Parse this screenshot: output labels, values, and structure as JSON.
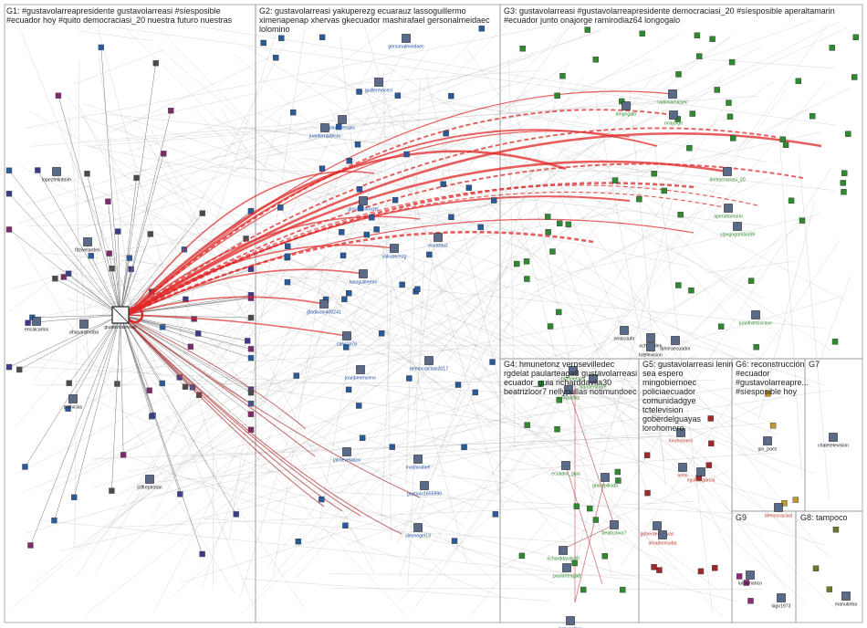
{
  "groups": [
    {
      "id": "G1",
      "text": "G1: #gustavolarreapresidente gustavolarreasi #síesposible #ecuador hoy #quito democraciasi_20 nuestra futuro nuestras"
    },
    {
      "id": "G2",
      "text": "G2: gustavolarreasi yakuperezg ecuarauz lassoguillermo ximenapenap xhervas gkecuador mashirafael gersonalmeidaec lolomino"
    },
    {
      "id": "G3",
      "text": "G3: gustavolarreasi #gustavolarreapresidente democraciasi_20 #síesposible aperaltamarin #ecuador junto onajorge ramirodiaz64 longogalo"
    },
    {
      "id": "G4",
      "text": "G4: hmunetonz verosevilledec rgdelat paularteaga8 gustavolarreasi ecuador_guia richarddavila30 beatrizloor7 nellypullas notimundoec"
    },
    {
      "id": "G5",
      "text": "G5: gustavolarreasi lenin sea espero mingobiernoec policiaecuador comunidadgye tctelevision goberdelguayas lorohomero"
    },
    {
      "id": "G6",
      "text": "G6: reconstrucción #ecuador #gustavolarreapre... #síesposible hoy"
    },
    {
      "id": "G7",
      "text": "G7"
    },
    {
      "id": "G8",
      "text": "G8: tampoco"
    },
    {
      "id": "G9",
      "text": "G9"
    }
  ],
  "nodes": [
    {
      "label": "gustavolarreasi"
    },
    {
      "label": "lopezfelinttom"
    },
    {
      "label": "fitzivelarden"
    },
    {
      "label": "ahasaranroba"
    },
    {
      "label": "ericalcarlos"
    },
    {
      "label": "primicias"
    },
    {
      "label": "joffreplrotan"
    },
    {
      "label": "paularesaec"
    },
    {
      "label": "gersonalmeidaec"
    },
    {
      "label": "juanfernadecia"
    },
    {
      "label": "guillermoceci"
    },
    {
      "label": "giovannitoazel"
    },
    {
      "label": "lasoguillermo"
    },
    {
      "label": "yakuperezg"
    },
    {
      "label": "ecuarauz"
    },
    {
      "label": "gladisolo400241"
    },
    {
      "label": "joanbmenceno"
    },
    {
      "label": "democraciasi2017"
    },
    {
      "label": "calvi1978"
    },
    {
      "label": "jaimevelasco"
    },
    {
      "label": "mashirafael"
    },
    {
      "label": "gustavo1655990"
    },
    {
      "label": "slecnegel13"
    },
    {
      "label": "radiosamicsec"
    },
    {
      "label": "onajorge"
    },
    {
      "label": "longogalo"
    },
    {
      "label": "democraciasi_20"
    },
    {
      "label": "aperaltamarin"
    },
    {
      "label": "cdiegogambia99"
    },
    {
      "label": "juanfranciscave"
    },
    {
      "label": "nmacouhr"
    },
    {
      "label": "nchelpulen"
    },
    {
      "label": "tctelevision"
    },
    {
      "label": "lahoraecuador"
    },
    {
      "label": "hmunetonz"
    },
    {
      "label": "bandembore"
    },
    {
      "label": "ecuador_guia"
    },
    {
      "label": "gracepilloda"
    },
    {
      "label": "beatrizloor7"
    },
    {
      "label": "richarddavila30"
    },
    {
      "label": "paularteaga8"
    },
    {
      "label": "nellypullas"
    },
    {
      "label": "jorgesolpay"
    },
    {
      "label": "lenin"
    },
    {
      "label": "ngullaogarcia"
    },
    {
      "label": "lorohomero"
    },
    {
      "label": "goberdelguayas"
    },
    {
      "label": "amadoolsaba"
    },
    {
      "label": "gio_paez"
    },
    {
      "label": "democraciasi"
    },
    {
      "label": "chaletelevision"
    },
    {
      "label": "luisamanco"
    },
    {
      "label": "lagv1973"
    },
    {
      "label": "manutieba"
    }
  ],
  "colors": {
    "edge_gray": "#9a9a9a",
    "edge_red": "#e02828",
    "edge_dark_red": "#b03a3a",
    "border": "#9a9a9a",
    "label_blue": "#1f4fa8",
    "label_green": "#2f8a2f",
    "label_red": "#c0392b"
  }
}
